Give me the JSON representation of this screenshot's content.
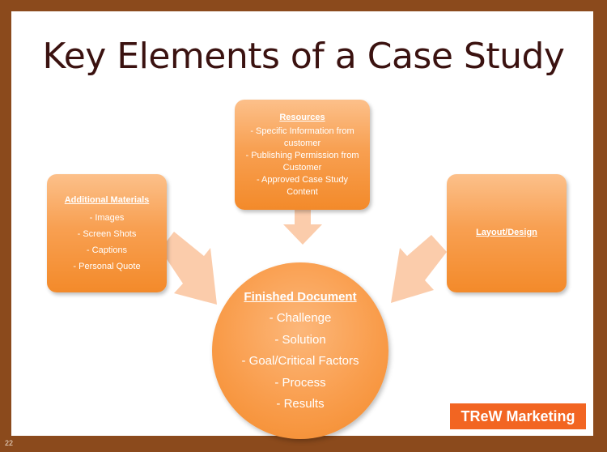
{
  "title": "Key Elements of a Case Study",
  "resources": {
    "heading": "Resources",
    "items": [
      "- Specific Information from customer",
      "- Publishing Permission from Customer",
      "- Approved Case Study Content"
    ]
  },
  "additional_materials": {
    "heading": "Additional Materials",
    "items": [
      "- Images",
      "- Screen Shots",
      "- Captions",
      "- Personal Quote"
    ]
  },
  "layout_design": {
    "heading": "Layout/Design"
  },
  "finished_document": {
    "heading": "Finished Document",
    "items": [
      "- Challenge",
      "- Solution",
      "- Goal/Critical Factors",
      "- Process",
      "- Results"
    ]
  },
  "logo_text": "TReW Marketing",
  "page_number": "22",
  "colors": {
    "frame": "#8b4a1c",
    "accent": "#f38a2a",
    "title": "#3b1210",
    "logo_bg": "#f26522"
  }
}
